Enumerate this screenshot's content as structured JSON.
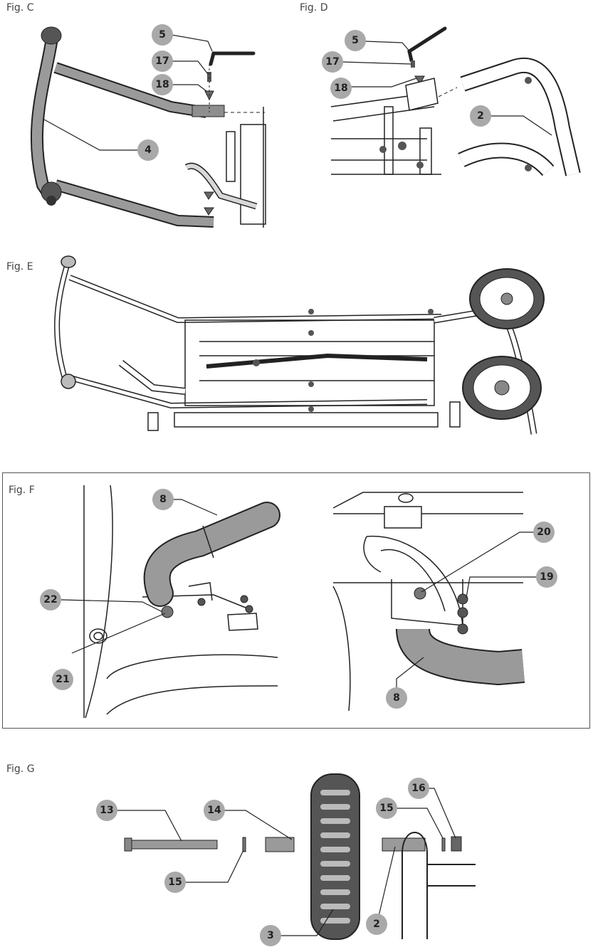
{
  "figures": {
    "c": {
      "label": "Fig. C",
      "callouts": [
        "5",
        "17",
        "18",
        "4"
      ]
    },
    "d": {
      "label": "Fig. D",
      "callouts": [
        "5",
        "17",
        "18",
        "2"
      ]
    },
    "e": {
      "label": "Fig. E"
    },
    "f": {
      "label": "Fig. F",
      "callouts_left": [
        "8",
        "22",
        "21"
      ],
      "callouts_right": [
        "20",
        "19",
        "8"
      ]
    },
    "g": {
      "label": "Fig. G",
      "callouts": [
        "13",
        "14",
        "16",
        "15",
        "15",
        "2",
        "3"
      ]
    }
  },
  "colors": {
    "callout_fill": "#a9a9a9",
    "tube": "#9a9a9a",
    "line": "#222222",
    "panel_border": "#555555"
  }
}
